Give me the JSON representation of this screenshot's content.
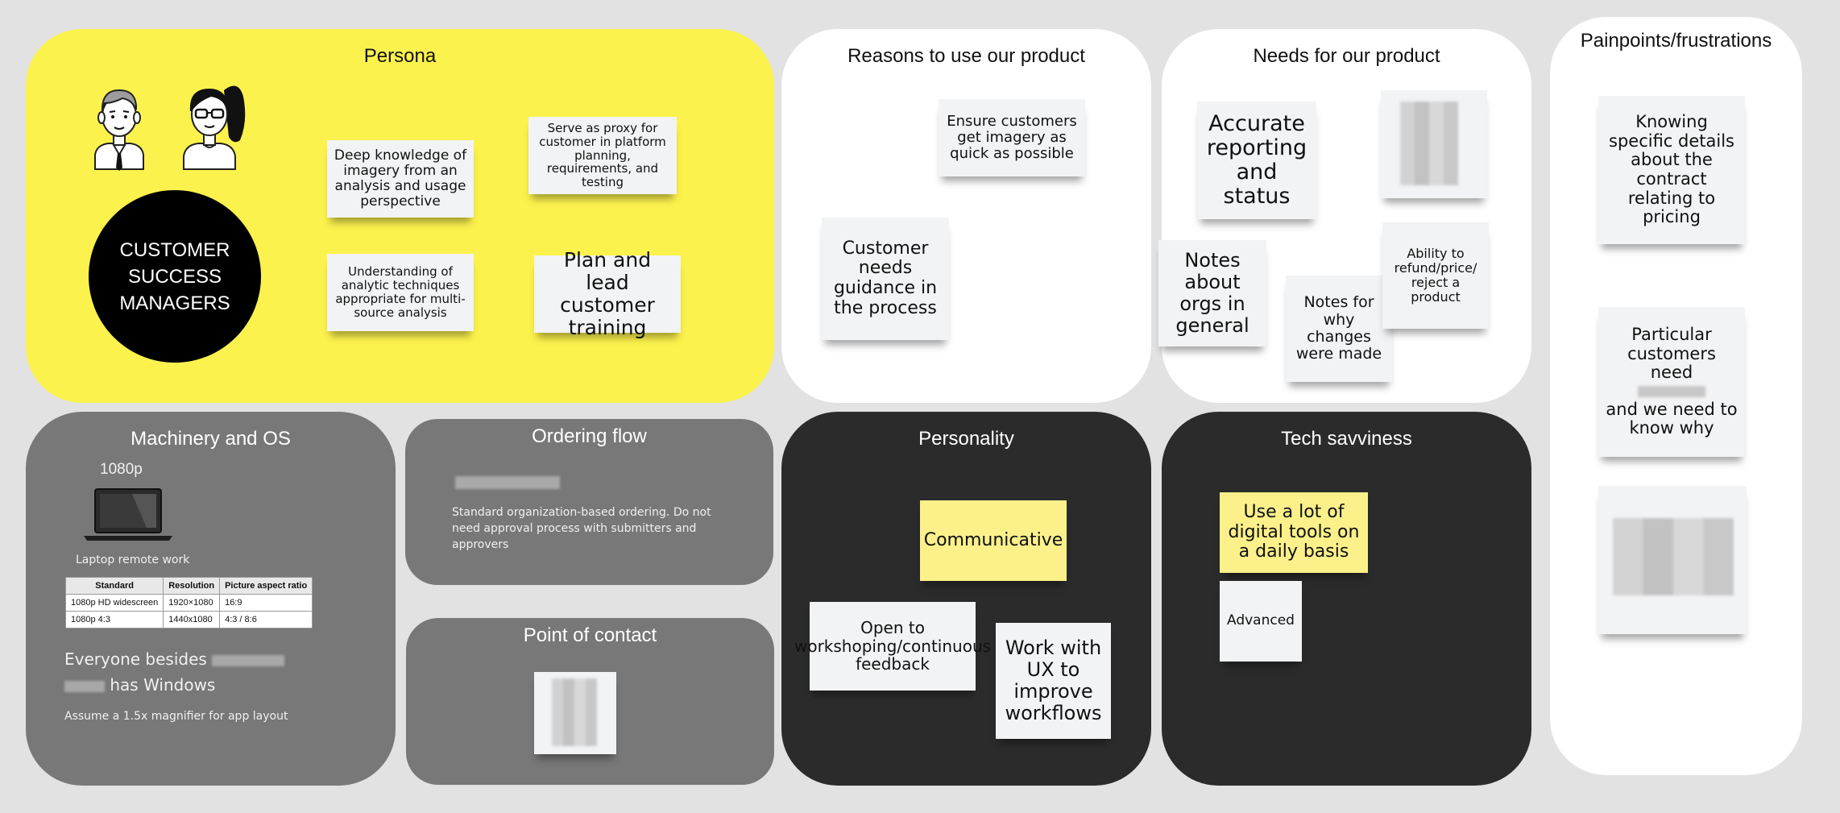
{
  "persona": {
    "title": "Persona",
    "badge": "CUSTOMER SUCCESS MANAGERS",
    "notes": [
      "Deep knowledge of imagery from an analysis and usage perspective",
      "Serve as proxy for customer in platform planning, requirements, and testing",
      "Understanding of analytic techniques appropriate for multi-source analysis",
      "Plan and lead customer training"
    ]
  },
  "reasons": {
    "title": "Reasons to use our product",
    "notes": [
      "Ensure customers get imagery as quick as possible",
      "Customer needs guidance in the process"
    ]
  },
  "needs": {
    "title": "Needs for our product",
    "notes": [
      "Accurate reporting and status",
      "Notes about orgs in general",
      "Notes for why changes were made",
      "Ability to refund/price/ reject a product"
    ]
  },
  "painpoints": {
    "title": "Painpoints/frustrations",
    "notes": [
      "Knowing specific details about the contract relating to pricing",
      "Particular customers need",
      "and we need to know why"
    ]
  },
  "machinery": {
    "title": "Machinery and OS",
    "resolution_label": "1080p",
    "laptop_caption": "Laptop remote work",
    "table": {
      "headers": [
        "Standard",
        "Resolution",
        "Picture aspect ratio"
      ],
      "rows": [
        [
          "1080p HD widescreen",
          "1920×1080",
          "16:9"
        ],
        [
          "1080p 4:3",
          "1440x1080",
          "4:3 / 8:6"
        ]
      ]
    },
    "os_line1": "Everyone besides",
    "os_line2": "has Windows",
    "magnifier_note": "Assume a 1.5x magnifier for app layout"
  },
  "ordering": {
    "title": "Ordering flow",
    "description": "Standard organization-based ordering. Do not need approval  process with submitters and approvers"
  },
  "contact": {
    "title": "Point of contact"
  },
  "personality": {
    "title": "Personality",
    "notes": [
      "Communicative",
      "Open to workshoping/continuous feedback",
      "Work with UX to improve workflows"
    ]
  },
  "tech": {
    "title": "Tech savviness",
    "notes": [
      "Use a lot of digital tools on a daily basis",
      "Advanced"
    ]
  },
  "colors": {
    "canvas": "#e2e2e2",
    "persona_panel": "#fcf24d",
    "white_panel": "#ffffff",
    "gray_panel": "#787878",
    "dark_panel": "#2b2b2b",
    "sticky_gray": "#f2f3f4",
    "sticky_yellow": "#fbf08a"
  },
  "icons": [
    "male-avatar-icon",
    "female-avatar-icon",
    "laptop-icon"
  ]
}
